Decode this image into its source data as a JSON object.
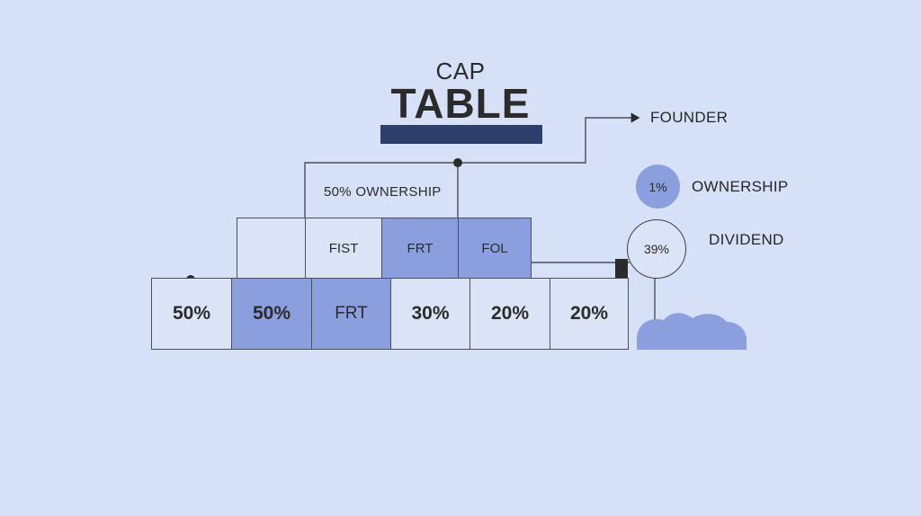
{
  "title": {
    "small": "CAP",
    "big": "TABLE",
    "bar_color": "#2e3f6b"
  },
  "ownership_label": "50% OWNERSHIP",
  "middle_row": [
    {
      "text": "",
      "filled": false
    },
    {
      "text": "FIST",
      "filled": false
    },
    {
      "text": "FRT",
      "filled": true
    },
    {
      "text": "FOL",
      "filled": true
    }
  ],
  "bottom_row": [
    {
      "text": "50%",
      "filled": false
    },
    {
      "text": "50%",
      "filled": true
    },
    {
      "text": "FRT",
      "filled": true
    },
    {
      "text": "30%",
      "filled": false
    },
    {
      "text": "20%",
      "filled": false
    },
    {
      "text": "20%",
      "filled": false
    }
  ],
  "founder_label": "FOUNDER",
  "ownership_badge": {
    "value": "1%",
    "label": "OWNERSHIP"
  },
  "dividend_badge": {
    "value": "39%",
    "label": "DIVIDEND"
  },
  "colors": {
    "background": "#d6e0f6",
    "fill": "#8b9fde",
    "line": "#4a4f60"
  }
}
